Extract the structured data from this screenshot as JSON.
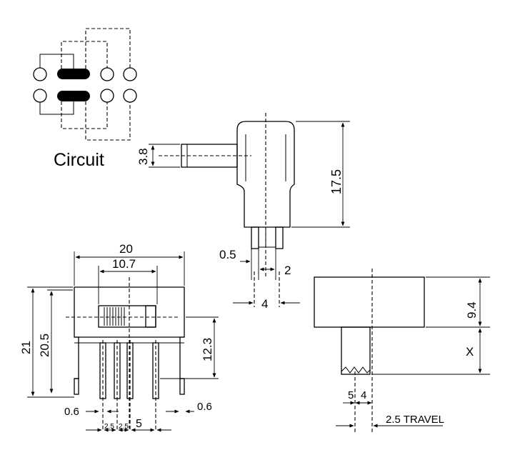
{
  "circuit": {
    "label": "Circuit"
  },
  "side_view": {
    "height": "17.5",
    "actuator_height": "3.8",
    "pin_width": "0.5",
    "pin_gap": "2",
    "pin_pitch": "4"
  },
  "front_view": {
    "width": "20",
    "inner_width": "10.7",
    "height_total": "21",
    "height_body": "20.5",
    "pin_length": "12.3",
    "pin_width_left": "0.6",
    "pin_width_right": "0.6",
    "pin_pitch_1": "2.5",
    "pin_pitch_2": "2.5",
    "pin_span": "5"
  },
  "actuator_view": {
    "height": "9.4",
    "var_height": "X",
    "dim_a": "5",
    "dim_b": "4",
    "travel": "2.5 TRAVEL"
  }
}
